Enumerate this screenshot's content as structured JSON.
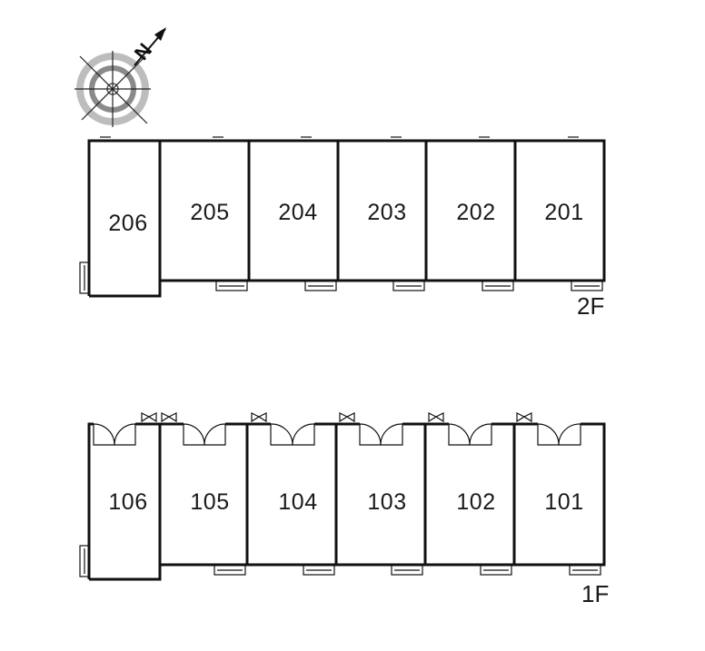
{
  "compass": {
    "north_label": "N",
    "icon": "north-arrow-compass-icon"
  },
  "floors": [
    {
      "label": "2F",
      "units": [
        "206",
        "205",
        "204",
        "203",
        "202",
        "201"
      ]
    },
    {
      "label": "1F",
      "units": [
        "106",
        "105",
        "104",
        "103",
        "102",
        "101"
      ]
    }
  ],
  "colors": {
    "line": "#111111",
    "background": "#ffffff",
    "compass_ring": "#9a9a9a"
  }
}
